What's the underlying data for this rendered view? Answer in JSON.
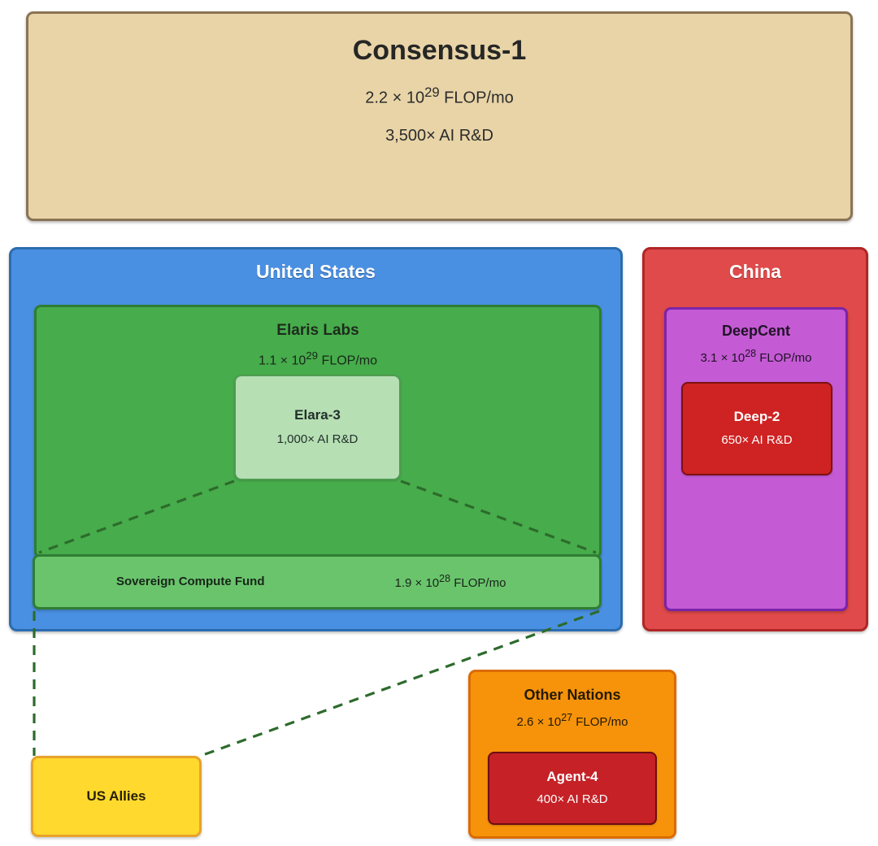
{
  "diagram": {
    "title": "AI compute hierarchy diagram",
    "background": "#ffffff",
    "nodes": {
      "consensus1": {
        "label": "Consensus-1",
        "compute": "2.2 × 10",
        "compute_exp": "29",
        "compute_unit": " FLOP/mo",
        "multiplier": "3,500× AI R&D",
        "fill": "#e8d4a7",
        "stroke": "#8b7355"
      },
      "united_states": {
        "label": "United States",
        "fill": "#4a90e2",
        "stroke": "#2b6cb0"
      },
      "elaris_labs": {
        "label": "Elaris Labs",
        "compute": "1.1 × 10",
        "compute_exp": "29",
        "compute_unit": " FLOP/mo",
        "fill": "#47ac4b",
        "stroke": "#2f7d33"
      },
      "elara3": {
        "label": "Elara-3",
        "multiplier": "1,000× AI R&D",
        "fill": "#b6dfb4",
        "stroke": "#4f9b52"
      },
      "sovereign_compute_fund": {
        "label": "Sovereign Compute Fund",
        "compute": "1.9 × 10",
        "compute_exp": "28",
        "compute_unit": " FLOP/mo",
        "fill": "#6ac46c",
        "stroke": "#2f7d33"
      },
      "china": {
        "label": "China",
        "fill": "#e04a4a",
        "stroke": "#b02626"
      },
      "deepcent": {
        "label": "DeepCent",
        "compute": "3.1 × 10",
        "compute_exp": "28",
        "compute_unit": " FLOP/mo",
        "fill": "#c45ad4",
        "stroke": "#7b24a8"
      },
      "deep2": {
        "label": "Deep-2",
        "multiplier": "650× AI R&D",
        "fill": "#cf2222",
        "stroke": "#7d1111"
      },
      "other_nations": {
        "label": "Other Nations",
        "compute": "2.6 × 10",
        "compute_exp": "27",
        "compute_unit": " FLOP/mo",
        "fill": "#f6930a",
        "stroke": "#dc6b00"
      },
      "agent4": {
        "label": "Agent-4",
        "multiplier": "400× AI R&D",
        "fill": "#c52126",
        "stroke": "#6d0d11"
      },
      "us_allies": {
        "label": "US Allies",
        "fill": "#ffd92e",
        "stroke": "#e8a22a"
      }
    },
    "connectors": {
      "stroke": "#2d6b2d",
      "style": "dashed",
      "edges": [
        {
          "from": "elara3",
          "to": "sovereign_compute_fund_left"
        },
        {
          "from": "elara3",
          "to": "sovereign_compute_fund_right"
        },
        {
          "from": "sovereign_compute_fund",
          "to": "us_allies_top"
        },
        {
          "from": "sovereign_compute_fund",
          "to": "us_allies_right"
        }
      ]
    }
  }
}
